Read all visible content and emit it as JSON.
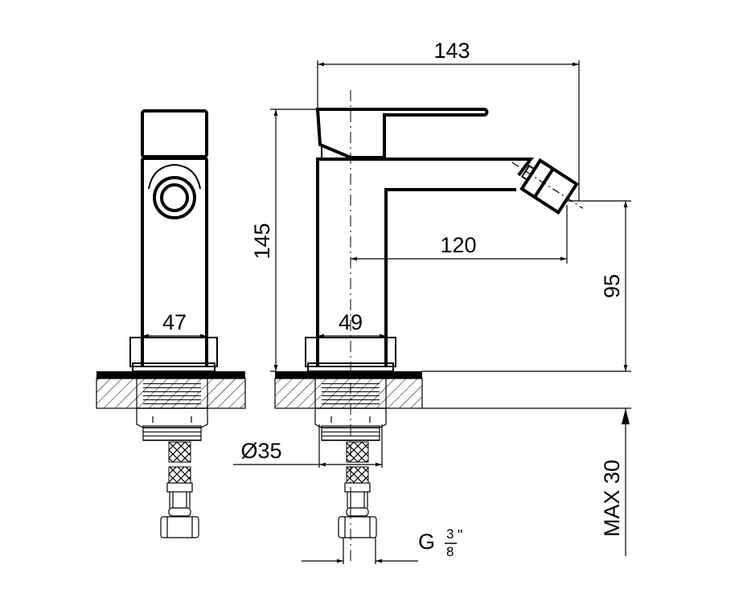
{
  "drawing": {
    "title": "Bidet mixer dimension drawing",
    "dimensions": {
      "overall_width": "143",
      "overall_height": "145",
      "spout_reach": "120",
      "spout_height": "95",
      "side_width": "47",
      "body_width": "49",
      "hole_diameter": "Ø35",
      "connection_prefix": "G",
      "connection_num": "3",
      "connection_den": "8",
      "connection_unit": "\"",
      "max_thickness": "MAX 30"
    }
  }
}
